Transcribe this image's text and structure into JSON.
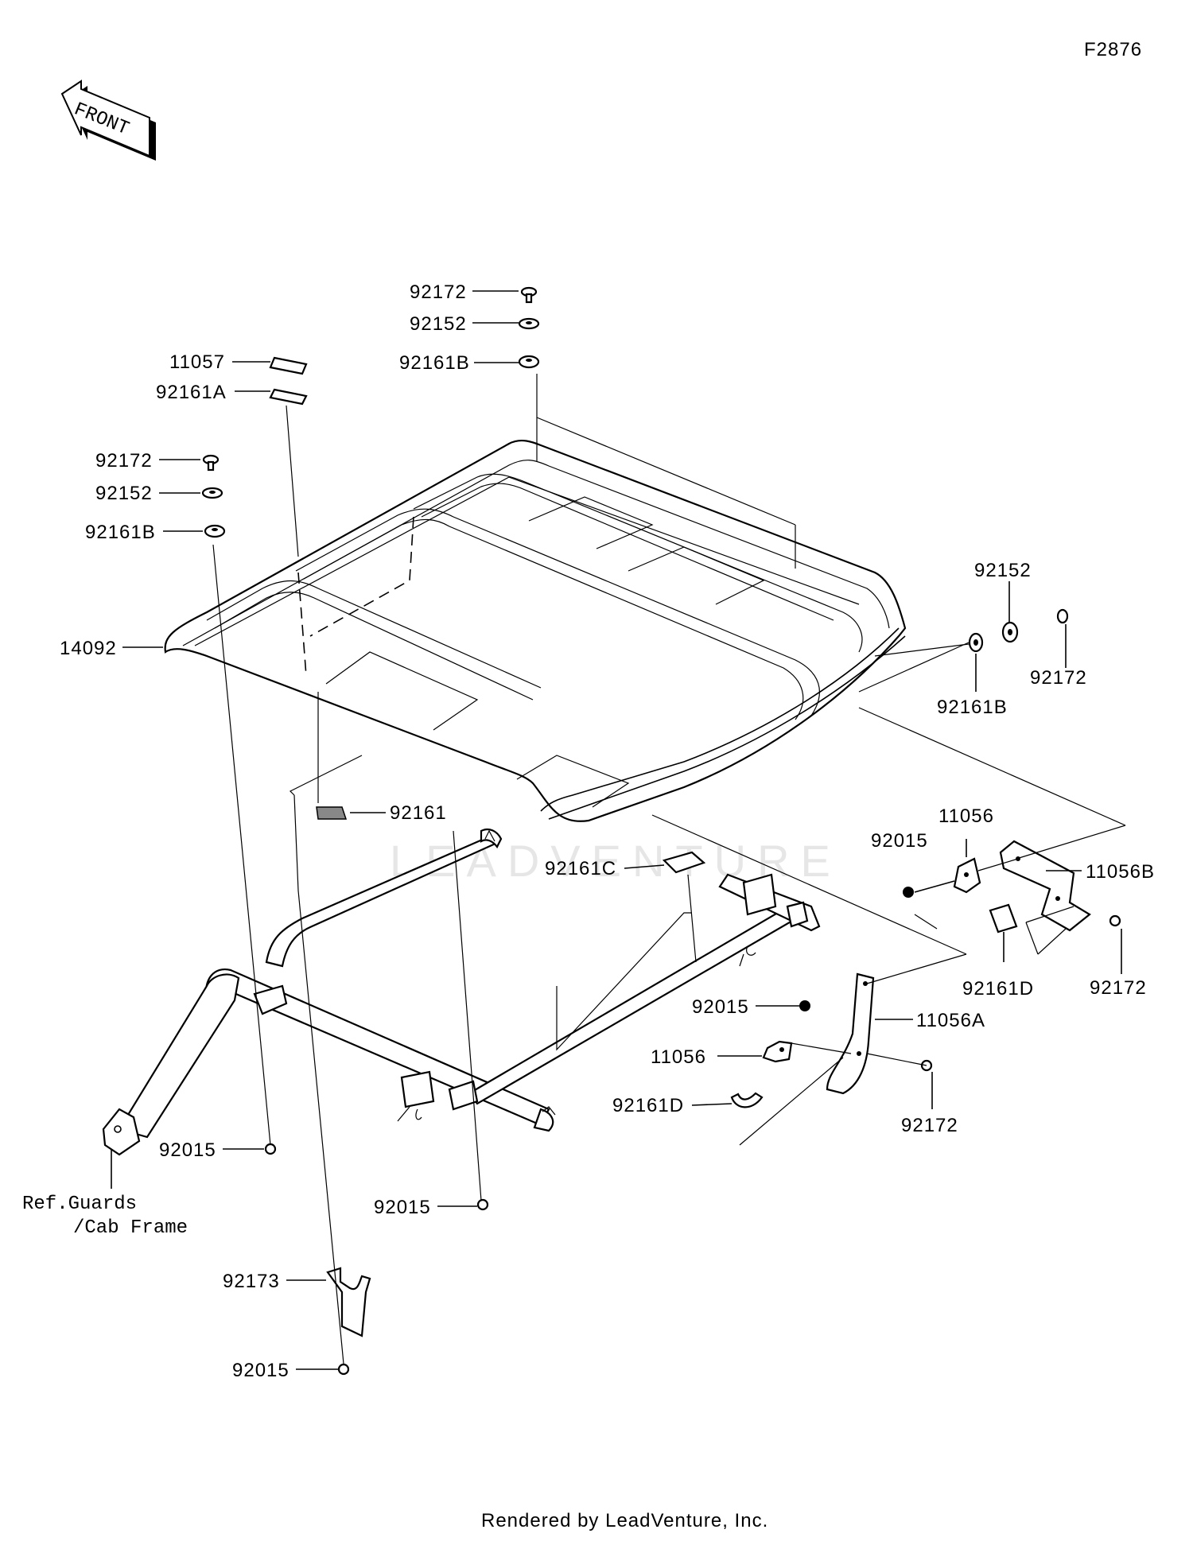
{
  "diagram_code": "F2876",
  "front_arrow": {
    "label": "FRONT",
    "icon": "front-direction-arrow-icon"
  },
  "watermark": "LEADVENTURE",
  "footer": "Rendered by LeadVenture, Inc.",
  "reference_note": {
    "line1": "Ref.Guards",
    "line2": "/Cab Frame"
  },
  "parts": {
    "p92172_top": "92172",
    "p92152_top": "92152",
    "p92161B_top": "92161B",
    "p11057": "11057",
    "p92161A": "92161A",
    "p92172_left": "92172",
    "p92152_left": "92152",
    "p92161B_left": "92161B",
    "p14092": "14092",
    "p92152_right": "92152",
    "p92172_right": "92172",
    "p92161B_right": "92161B",
    "p92161": "92161",
    "p92161C": "92161C",
    "p11056_right": "11056",
    "p92015_right": "92015",
    "p11056B": "11056B",
    "p92161D_right": "92161D",
    "p92172_br": "92172",
    "p92015_mid": "92015",
    "p11056A": "11056A",
    "p11056_mid": "11056",
    "p92161D_mid": "92161D",
    "p92172_mid": "92172",
    "p92015_left": "92015",
    "p92015_center": "92015",
    "p92173": "92173",
    "p92015_bottom": "92015"
  }
}
